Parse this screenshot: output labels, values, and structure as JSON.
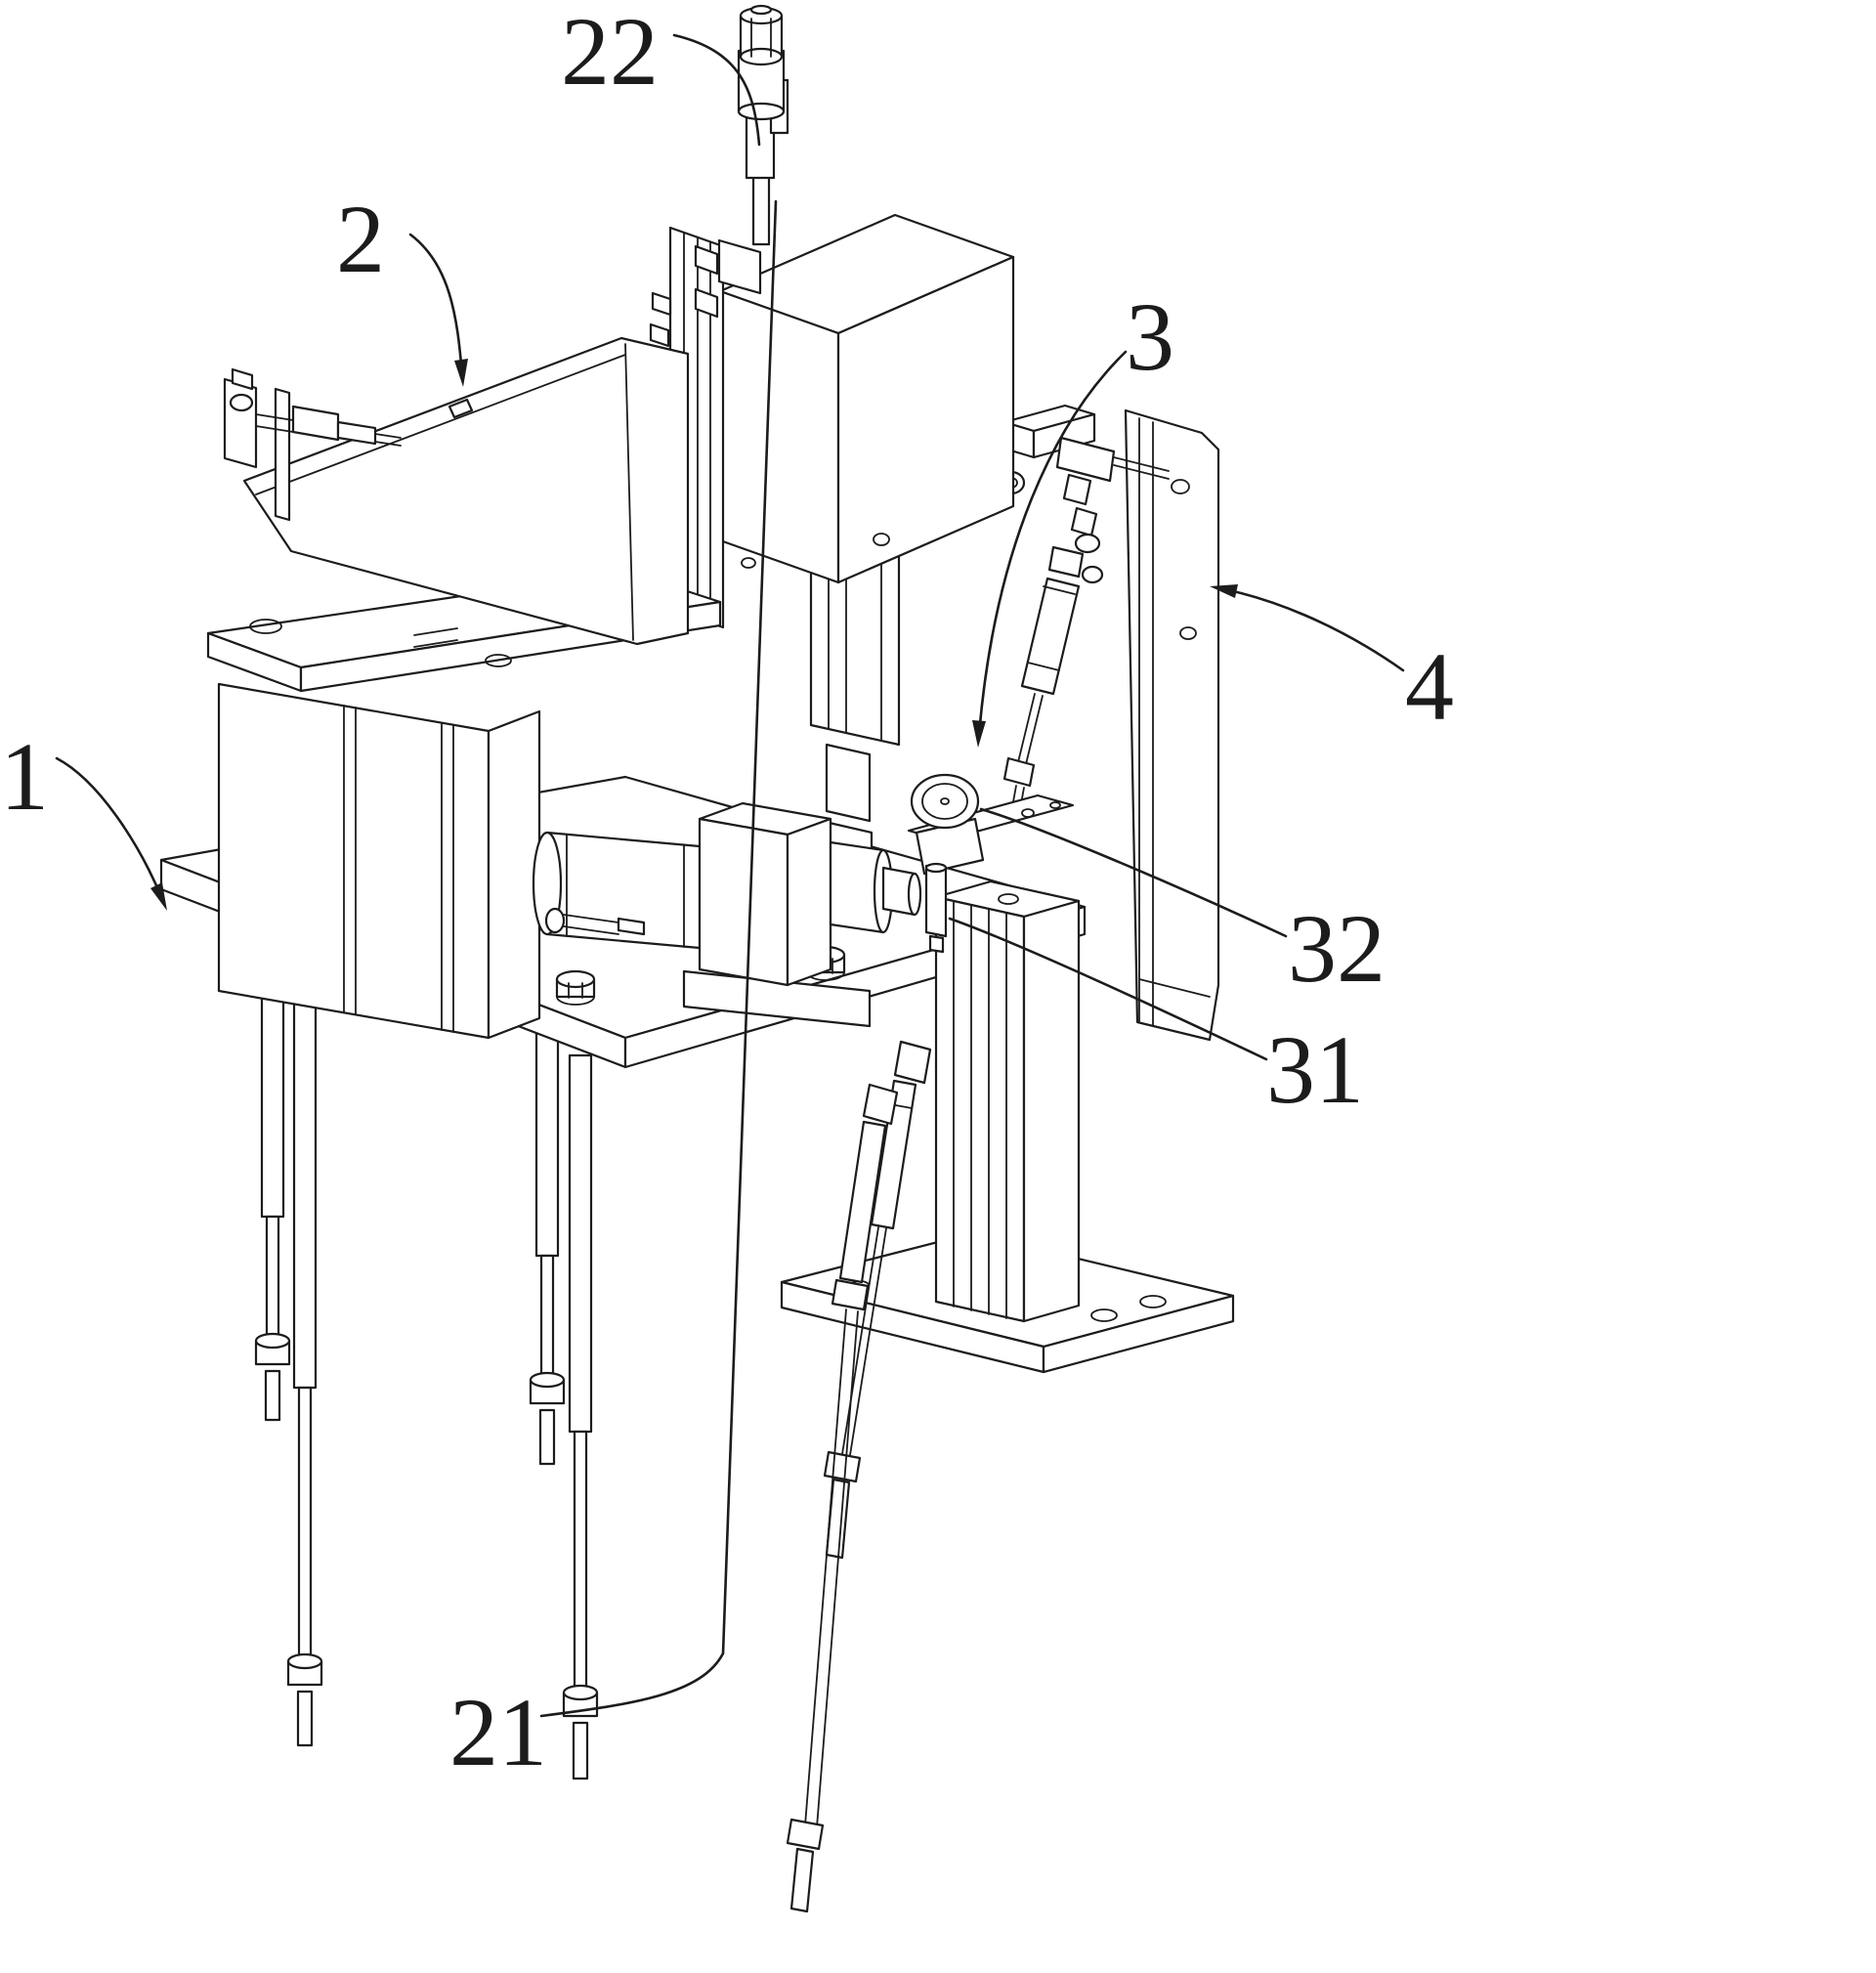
{
  "figure": {
    "kind": "isometric-patent-line-drawing",
    "background_color": "#ffffff",
    "ink_color": "#1c1c1c"
  },
  "callouts": [
    {
      "text": "1"
    },
    {
      "text": "2"
    },
    {
      "text": "3"
    },
    {
      "text": "4"
    },
    {
      "text": "21"
    },
    {
      "text": "22"
    },
    {
      "text": "31"
    },
    {
      "text": "32"
    }
  ]
}
